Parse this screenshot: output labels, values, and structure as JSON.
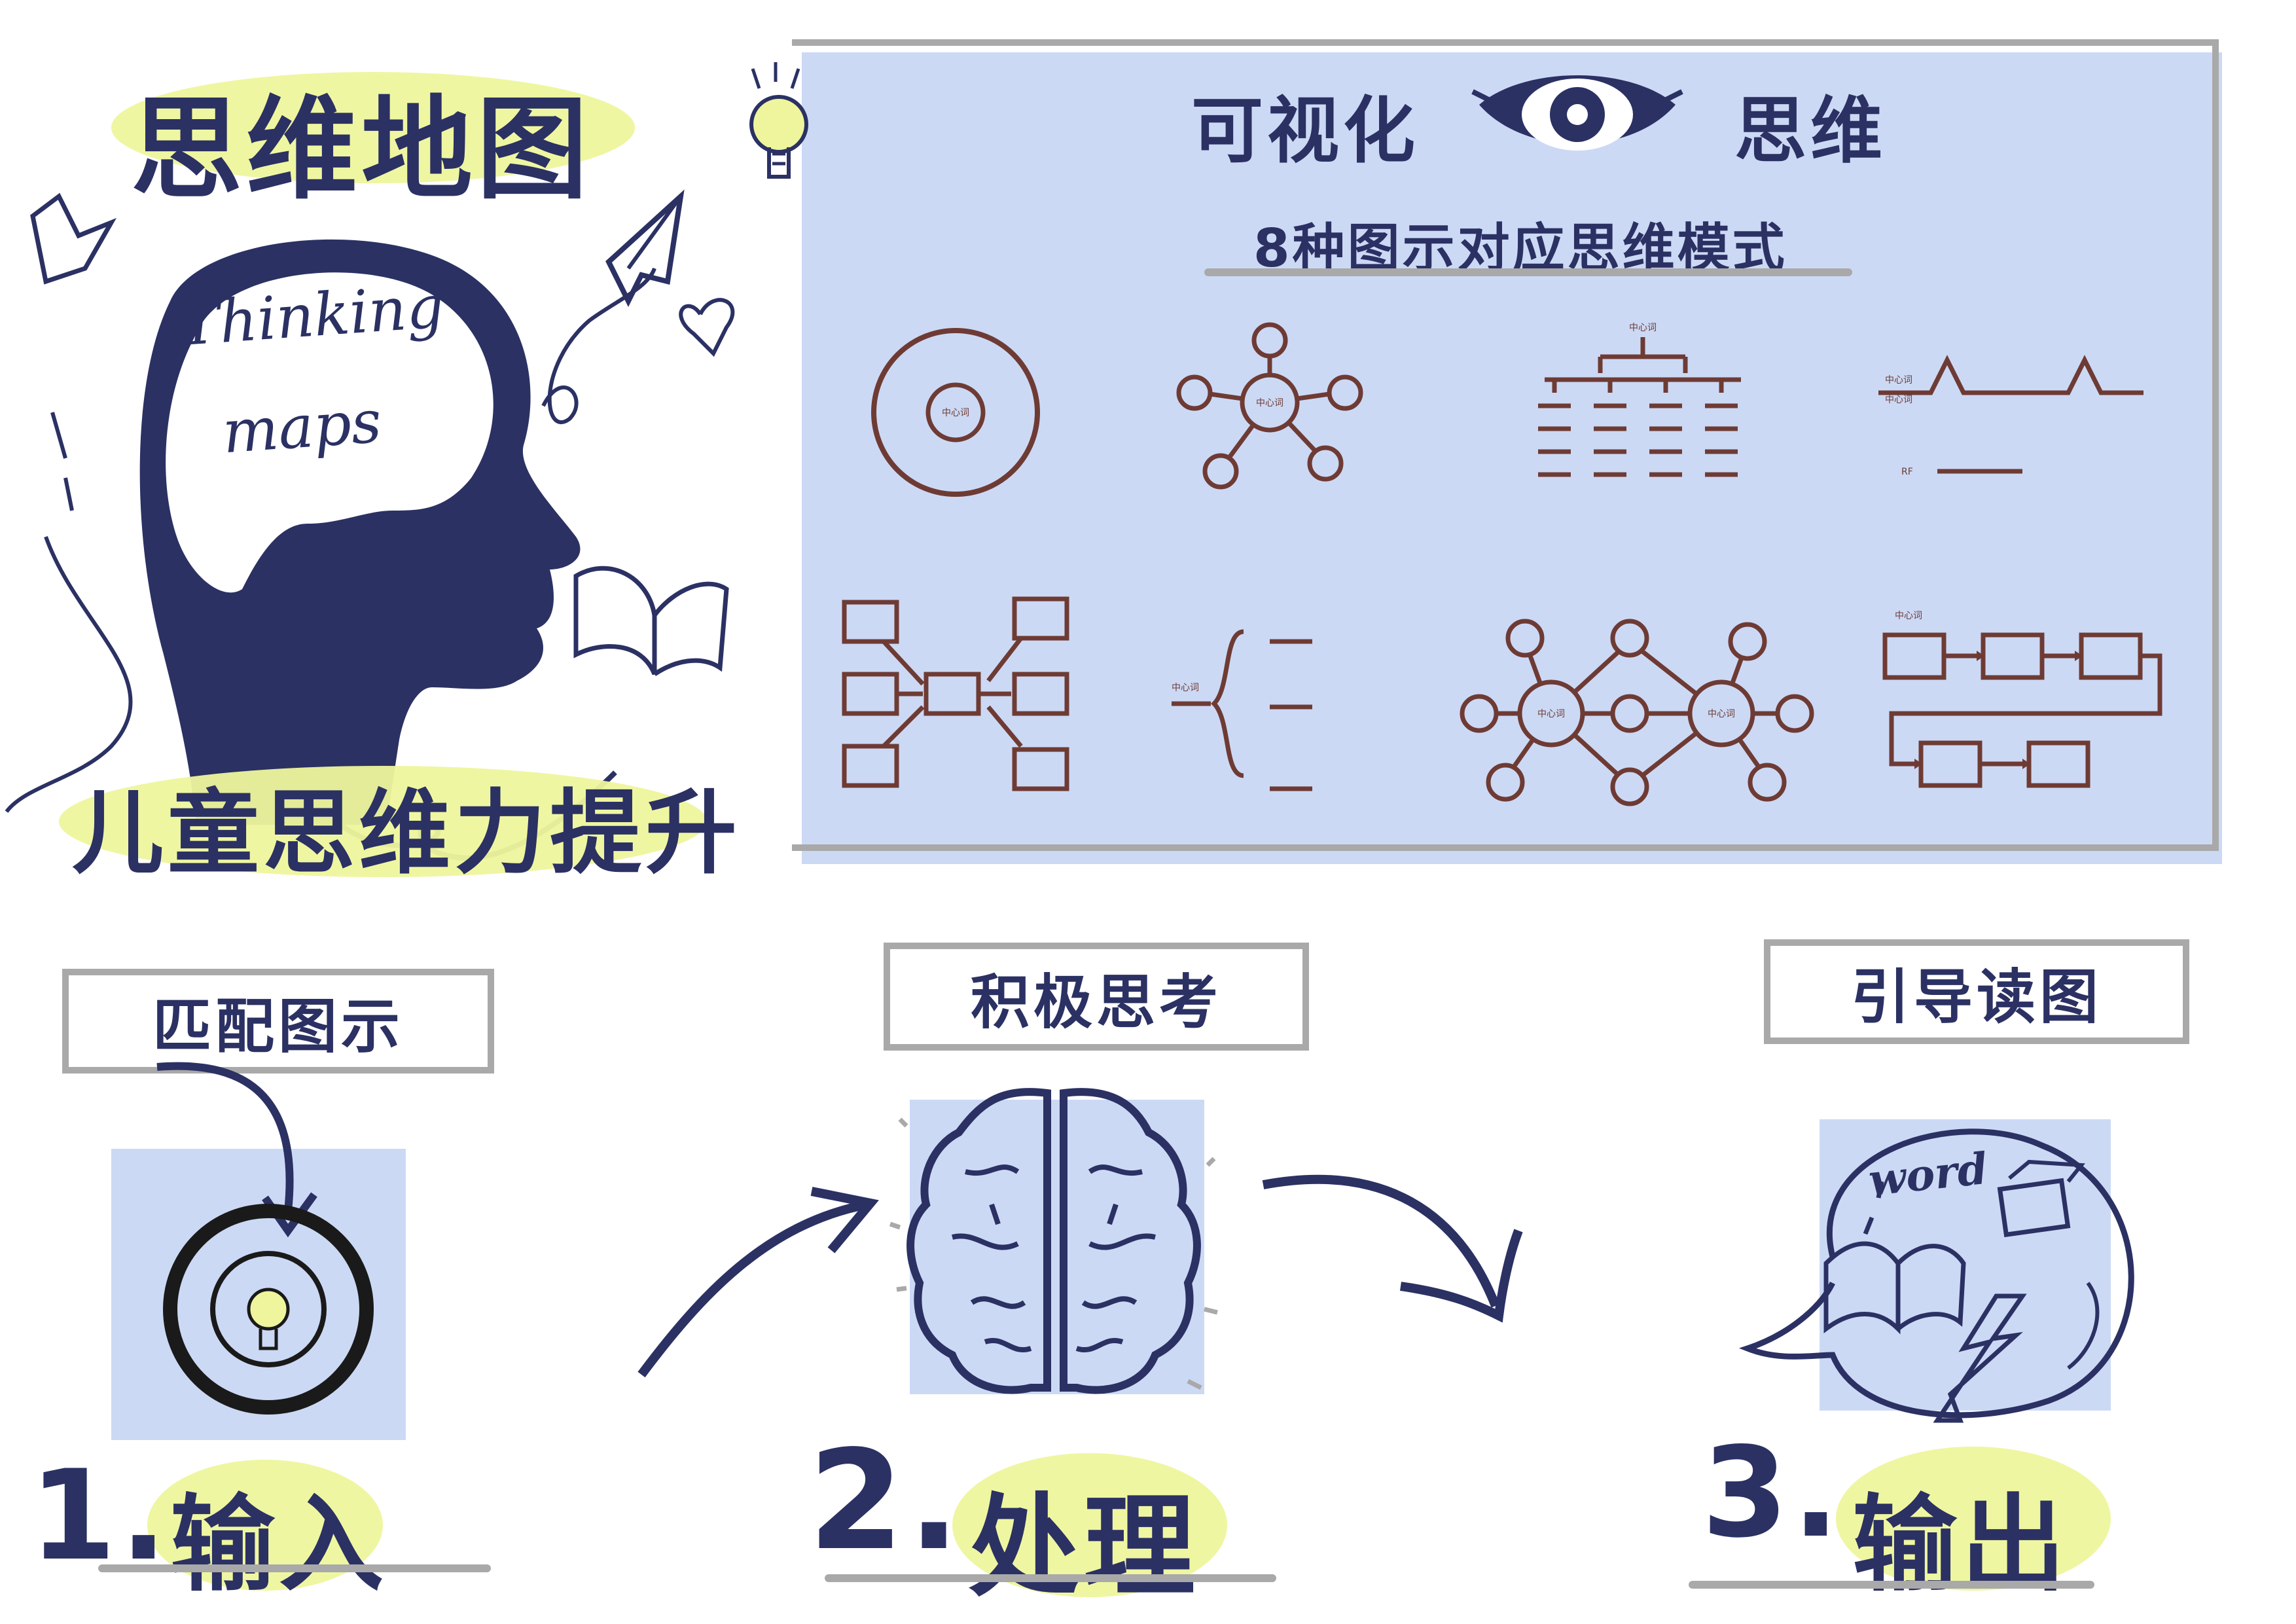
{
  "title": "思维地图",
  "subtitle_left": "儿童思维力提升",
  "head_text": [
    "Thinking",
    "maps"
  ],
  "panel": {
    "heading_left": "可视化",
    "heading_right": "思维",
    "subheading": "8种图示对应思维模式",
    "center_word": "中心词",
    "rf_label": "RF"
  },
  "steps": [
    {
      "label": "匹配图示",
      "number": "1.",
      "name": "输入"
    },
    {
      "label": "积极思考",
      "number": "2.",
      "name": "处理"
    },
    {
      "label": "引导读图",
      "number": "3.",
      "name": "输出"
    }
  ],
  "output_word": "word",
  "colors": {
    "navy": "#2b3163",
    "panel_blue": "#ccd9f5",
    "highlight": "#eef59c",
    "diagram_brown": "#6e3b34",
    "frame_gray": "#a9a9a9"
  }
}
